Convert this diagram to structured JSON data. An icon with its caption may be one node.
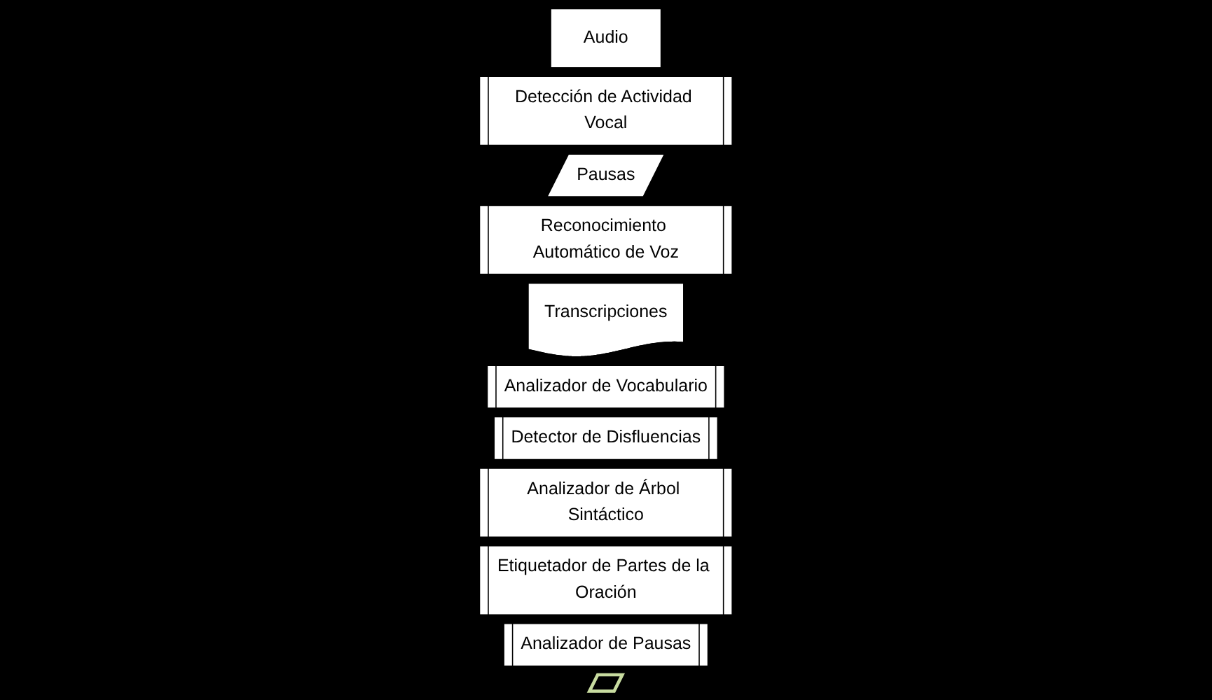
{
  "diagram": {
    "nodes": [
      {
        "text": [
          "Audio"
        ]
      },
      {
        "text": [
          "Detección de Actividad Vocal"
        ]
      },
      {
        "text": [
          "Pausas"
        ]
      },
      {
        "text": [
          "Reconocimiento Automático de Voz"
        ]
      },
      {
        "text": [
          "Transcripciones"
        ]
      },
      {
        "text": [
          "Analizador de Vocabulario"
        ]
      },
      {
        "text": [
          "Detector de Disfluencias"
        ]
      },
      {
        "text": [
          "Analizador de Árbol Sintáctico"
        ]
      },
      {
        "text": [
          "Etiquetador de Partes de la Oración"
        ]
      },
      {
        "text": [
          "Analizador de Pausas"
        ]
      },
      {
        "text": [],
        "shape": "parallelogram"
      }
    ]
  }
}
